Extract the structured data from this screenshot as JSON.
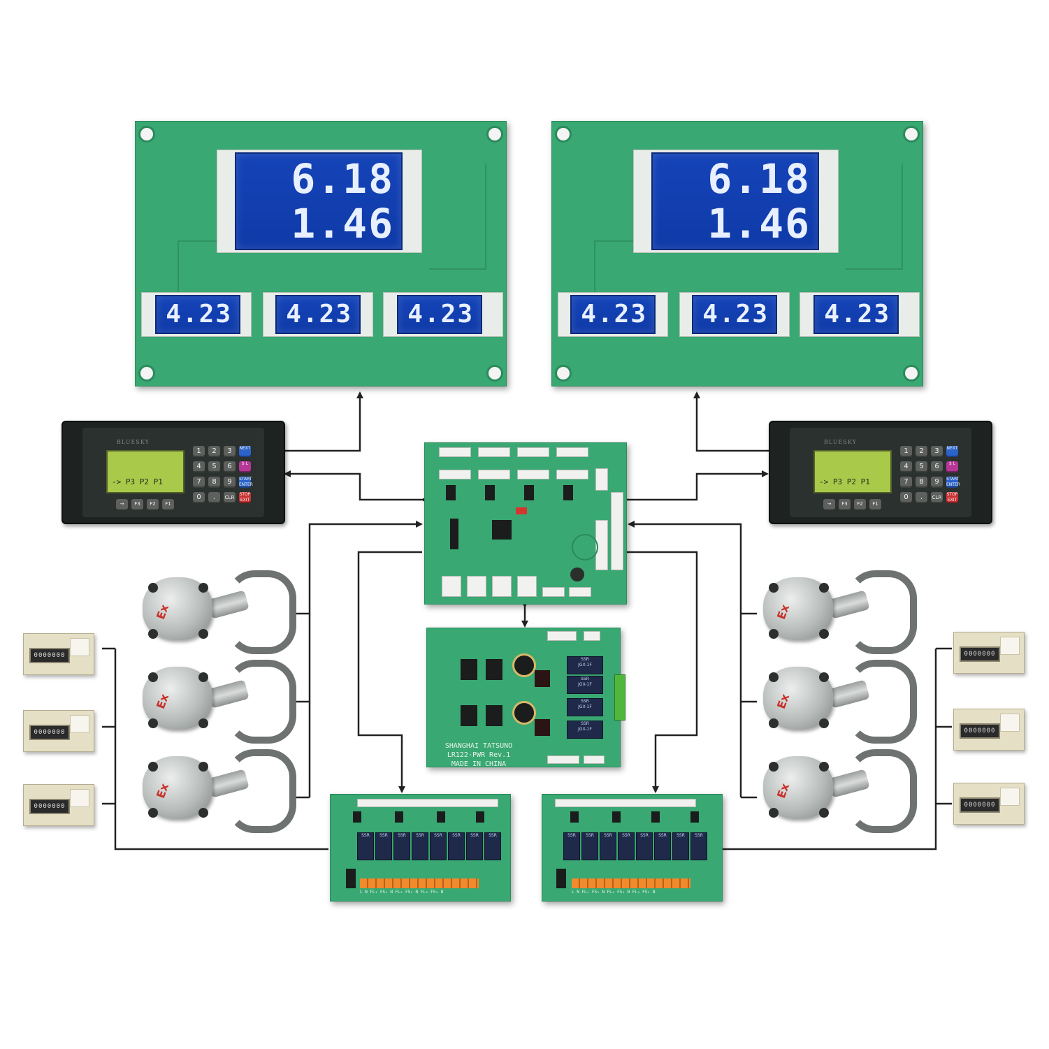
{
  "display_boards": [
    {
      "price": "6.18",
      "volume": "1.46",
      "nozzle_readouts": [
        "4.23",
        "4.23",
        "4.23"
      ]
    },
    {
      "price": "6.18",
      "volume": "1.46",
      "nozzle_readouts": [
        "4.23",
        "4.23",
        "4.23"
      ]
    }
  ],
  "controllers": [
    {
      "brand": "BLUESKY",
      "screen_line": "->   P3   P2   P1",
      "keys": [
        "1",
        "2",
        "3",
        "4",
        "5",
        "6",
        "7",
        "8",
        "9",
        "0",
        ".",
        "CLR"
      ],
      "side_keys": [
        "NEXT",
        "$ L",
        "START ENTER",
        "STOP EXIT"
      ],
      "function_keys": [
        "→",
        "F3",
        "F2",
        "F1"
      ]
    },
    {
      "brand": "BLUESKY",
      "screen_line": "->   P3   P2   P1",
      "keys": [
        "1",
        "2",
        "3",
        "4",
        "5",
        "6",
        "7",
        "8",
        "9",
        "0",
        ".",
        "CLR"
      ],
      "side_keys": [
        "NEXT",
        "$ L",
        "START ENTER",
        "STOP EXIT"
      ],
      "function_keys": [
        "→",
        "F3",
        "F2",
        "F1"
      ]
    }
  ],
  "pulser_label": "Ex",
  "counter_reading": "0000000",
  "power_board": {
    "line1": "SHANGHAI TATSUNO",
    "line2": "LR122-PWR Rev.1",
    "line3": "MADE IN CHINA"
  },
  "relay_label": "SSR",
  "relay_sub": "JGX-1F",
  "terminal_labels": "L  N  FL₁ FS₁ N  FL₂ FS₂ N  FL₃ FS₃ N",
  "colors": {
    "pcb": "#39a872",
    "lcd": "#1544b8",
    "wire": "#222222"
  }
}
